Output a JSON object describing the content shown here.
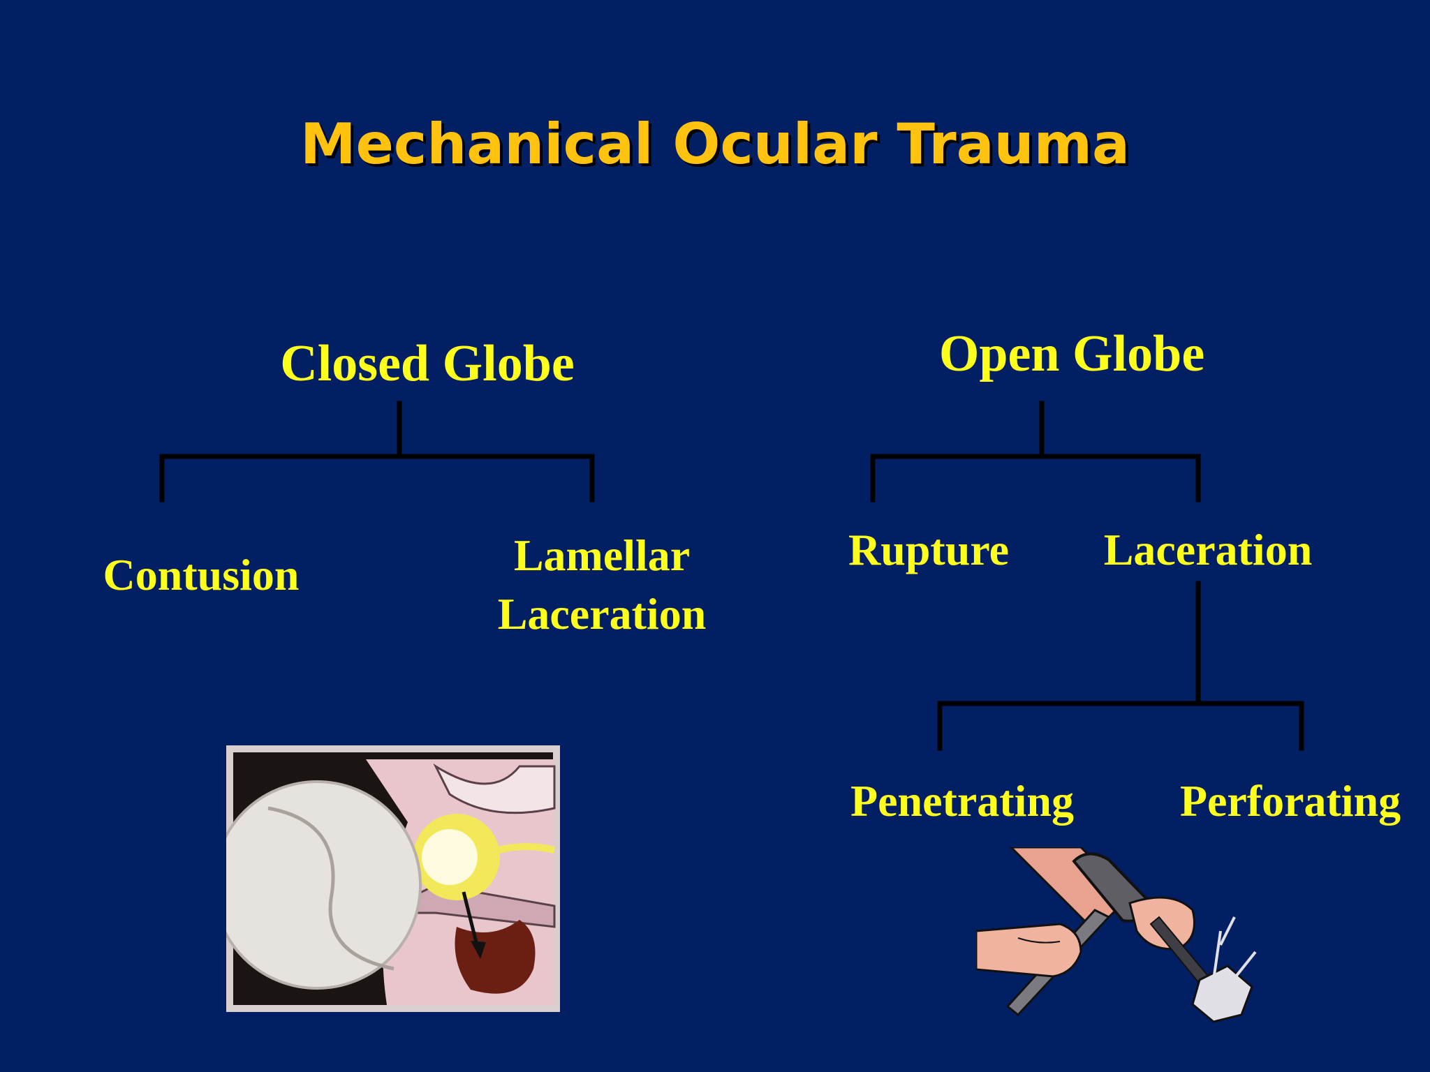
{
  "slide": {
    "title": "Mechanical Ocular Trauma",
    "closed_globe": {
      "label": "Closed Globe",
      "children": [
        "Contusion",
        "Lamellar Laceration"
      ]
    },
    "open_globe": {
      "label": "Open Globe",
      "children": [
        "Rupture",
        "Laceration"
      ],
      "laceration_children": [
        "Penetrating",
        "Perforating"
      ]
    },
    "colors": {
      "background": "#011f62",
      "title": "#ffc20e",
      "labels": "#ffff1e",
      "connectors": "#000000"
    }
  }
}
